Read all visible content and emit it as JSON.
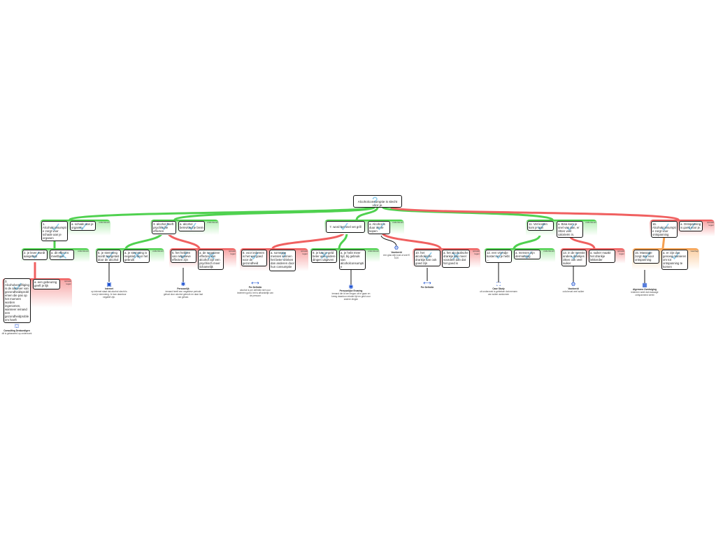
{
  "root": {
    "text": "Alcoholconsumptie is slecht voor je."
  },
  "groups": {
    "ondersteunt": "ondersteunt",
    "tegen": "spreekt tegen",
    "weerlegt": "weerlegt"
  },
  "nodes": {
    "n1": "1. Alcoholconsumptie zorgt voor schade aan je organen",
    "n1a": "a. schade aan je organen.",
    "n3": "3. alcohol heeft psychische effecten",
    "n3a": "a. alcohol beïnvloed je brein",
    "n7": "7. word het snel vet grill",
    "n7a": "a. Alcohol is duur om te kopen",
    "n11": "11. Vet kosten kom je aan",
    "n11a": "a. Bina kom je snel van aan, er zitten veel calorieën in.",
    "n16": "16. Alcoholconsumptie zorgt voor ontspanning",
    "n16a": "a. Ontspanning is goed voor je.",
    "n2": "2. je lever wordt aangetast",
    "n2a": "a. dit effect is meetbaar",
    "n4": "3. Alcoholvergiftiging is de aanvoer van gezondheidsproblemen die pas op het moment worden ingenomen, wanneer iemand een gezondheidprobleem heeft",
    "n4a": "a. een gebeuring geeft je lijk",
    "n5": "5. je stemming wordt aangetast door de alcohol",
    "n5a": "a. je stemming is negatief, door het gebruik",
    "n6": "5. het hebben van negatieve effecten zijn",
    "n6a": "a. de negatieve effecten van alcohol zijn een psychisch meer lichamelijk",
    "n8": "8. voor iedereen is het wel goed voor de gezondheid",
    "n8a": "a. sommige mensen kunnen het beter drinken dan anderen door hun consumptie",
    "n9": "9. je kan je geld beter aan andere dingen uitgeven",
    "n9a": "a. je hebt meer tijd, bij gebruik van alcoholconsumptie",
    "n10": "10. het alcoholische drankje kan ook goed zijn",
    "n10a": "a. het alcoholische drankje kan meer voordeel dan dat het goed is",
    "n12": "12. een vriendje kosten en je hebt ...",
    "n12a": "a. mensen zijn dermatolog",
    "n13": "13. in de meeste andere drankjes zitten ook veel suiker",
    "n13a": "a. suiker maakt het drankje lekkerder",
    "n15": "15. Massage zorgt ook voor ontspanning",
    "n15a": "a. er zijn dus genoeg manieren om tot ontspanning te komen"
  },
  "evidence": [
    {
      "title": "Consulting Deskundigen",
      "text": "dit is gebaseerd op onderzoek"
    },
    {
      "title": "Internet",
      "text": "op internet staat dat alcohol slecht is voor je stemming. Je kan daardoor negatief zijn."
    },
    {
      "title": "Persoonlijk",
      "text": "iemand heeft een negatieve periode gehad door alcohol gebruik en daar last van gehad."
    },
    {
      "title": "Per Definitie",
      "text": "alcohol is per definitie niet voor iedereen goed, het is afhankelijk van de persoon"
    },
    {
      "title": "Persoonlijke Ervaring",
      "text": "iemand die ik ken begon uit te gaan en kreeg daardoor minder tijd en geld voor andere dingen"
    },
    {
      "title": "Voorbeeld",
      "text": "een glas wijn kost al snel € 5,00"
    },
    {
      "title": "Per Definitie",
      "text": ""
    },
    {
      "title": "Case Study",
      "text": "uit onderzoek is gebleken dat mensen van suiker aankomen"
    },
    {
      "title": "Voorbeeld",
      "text": "cola bevat veel suiker"
    },
    {
      "title": "Algemene Overtuiging",
      "text": "iedereen weet dat massage ontspannend werkt"
    }
  ]
}
